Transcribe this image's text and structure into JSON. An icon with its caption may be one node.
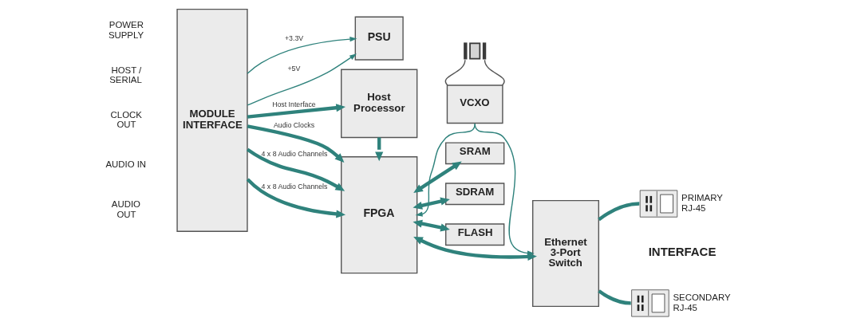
{
  "diagram": {
    "nodes": [
      {
        "text": [
          "MODULE INTERFACE"
        ]
      },
      {
        "text": [
          "PSU"
        ]
      },
      {
        "text": [
          "Host Processor"
        ]
      },
      {
        "text": [],
        "shape": "picture"
      },
      {
        "text": [
          "VCXO"
        ]
      },
      {
        "text": [
          "FPGA"
        ]
      },
      {
        "text": [
          "Ethernet 3-Port Switch"
        ]
      },
      {
        "text": [
          "SRAM"
        ]
      },
      {
        "text": [
          "SDRAM"
        ]
      },
      {
        "text": [
          "FLASH"
        ]
      },
      {
        "text": [],
        "shape": "picture",
        "beside": [
          "PRIMARY RJ-45"
        ]
      },
      {
        "text": [],
        "shape": "picture",
        "beside": [
          "SECONDARY RJ-45"
        ]
      }
    ],
    "edges": [
      {
        "from": 0,
        "to": 1,
        "arrow": "to",
        "label": "+3.3V"
      },
      {
        "from": 0,
        "to": 1,
        "arrow": "to",
        "label": "+5V"
      },
      {
        "from": 0,
        "to": 2,
        "arrow": "to",
        "label": "Host Interface"
      },
      {
        "from": 2,
        "to": 5,
        "arrow": "to"
      },
      {
        "from": 3,
        "to": 4,
        "arrow": "none",
        "color": "#555555"
      },
      {
        "from": 3,
        "to": 4,
        "arrow": "none",
        "color": "#555555"
      },
      {
        "from": 4,
        "to": 5,
        "arrow": "to"
      },
      {
        "from": 4,
        "to": 6,
        "arrow": "to"
      },
      {
        "from": 0,
        "to": 5,
        "arrow": "to",
        "label": "Audio Clocks"
      },
      {
        "from": 0,
        "to": 5,
        "arrow": "to",
        "label": "4 x 8 Audio Channels"
      },
      {
        "from": 0,
        "to": 5,
        "arrow": "to",
        "label": "4 x 8 Audio Channels"
      },
      {
        "from": 5,
        "to": 6,
        "arrow": "both"
      },
      {
        "from": 5,
        "to": 7,
        "arrow": "both"
      },
      {
        "from": 5,
        "to": 8,
        "arrow": "both"
      },
      {
        "from": 5,
        "to": 9,
        "arrow": "both"
      },
      {
        "from": 6,
        "to": 10,
        "arrow": "none"
      },
      {
        "from": 6,
        "to": 11,
        "arrow": "none"
      }
    ],
    "labels": [
      "POWER SUPPLY",
      "HOST / SERIAL",
      "CLOCK OUT",
      "AUDIO IN",
      "AUDIO OUT",
      "INTERFACE"
    ]
  }
}
